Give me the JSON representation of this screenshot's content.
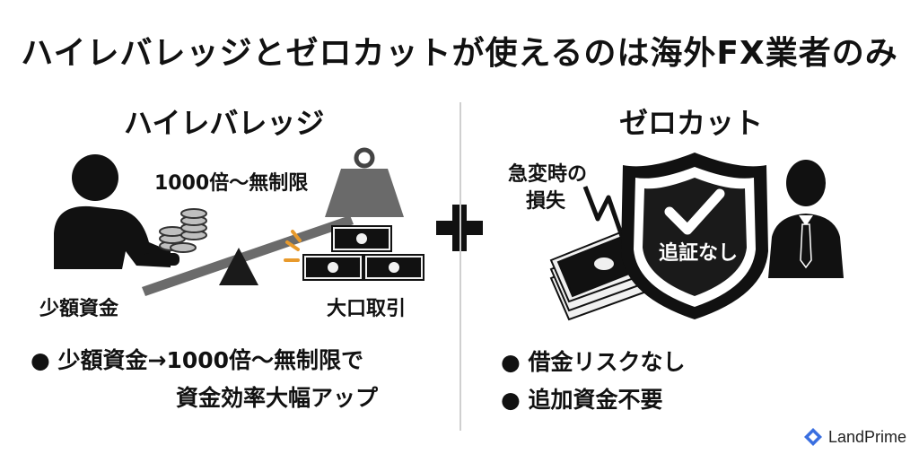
{
  "title": "ハイレバレッジとゼロカットが使えるのは海外FX業者のみ",
  "left": {
    "heading": "ハイレバレッジ",
    "leverage_label": "1000倍〜無制限",
    "small_funds_label": "少額資金",
    "large_trade_label": "大口取引",
    "bullet_line1": "● 少額資金→1000倍〜無制限で",
    "bullet_line2": "資金効率大幅アップ"
  },
  "right": {
    "heading": "ゼロカット",
    "loss_label_line1": "急変時の",
    "loss_label_line2": "損失",
    "shield_text": "追証なし",
    "bullet1": "● 借金リスクなし",
    "bullet2": "● 追加資金不要"
  },
  "brand": {
    "name": "LandPrime",
    "accent": "#3a6fe0"
  }
}
